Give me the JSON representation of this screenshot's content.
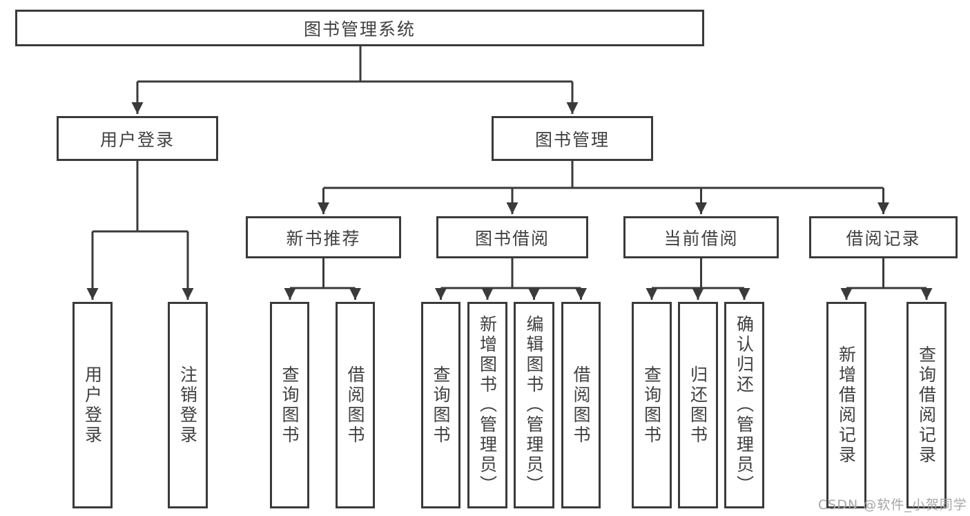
{
  "diagram": {
    "root": {
      "label": "图书管理系统"
    },
    "children": [
      {
        "label": "用户登录",
        "children": [
          {
            "label": "用户登录"
          },
          {
            "label": "注销登录"
          }
        ]
      },
      {
        "label": "图书管理",
        "children": [
          {
            "label": "新书推荐",
            "children": [
              {
                "label": "查询图书"
              },
              {
                "label": "借阅图书"
              }
            ]
          },
          {
            "label": "图书借阅",
            "children": [
              {
                "label": "查询图书"
              },
              {
                "label": "新增图书（管理员）"
              },
              {
                "label": "编辑图书（管理员）"
              },
              {
                "label": "借阅图书"
              }
            ]
          },
          {
            "label": "当前借阅",
            "children": [
              {
                "label": "查询图书"
              },
              {
                "label": "归还图书"
              },
              {
                "label": "确认归还（管理员）"
              }
            ]
          },
          {
            "label": "借阅记录",
            "children": [
              {
                "label": "新增借阅记录"
              },
              {
                "label": "查询借阅记录"
              }
            ]
          }
        ]
      }
    ]
  },
  "watermark": {
    "text": "CSDN @软件_小贺同学"
  },
  "colors": {
    "line": "#3a3a3a",
    "box_border": "#3a3a3a",
    "text": "#404040",
    "background": "#ffffff",
    "watermark": "#a6a6a6"
  }
}
